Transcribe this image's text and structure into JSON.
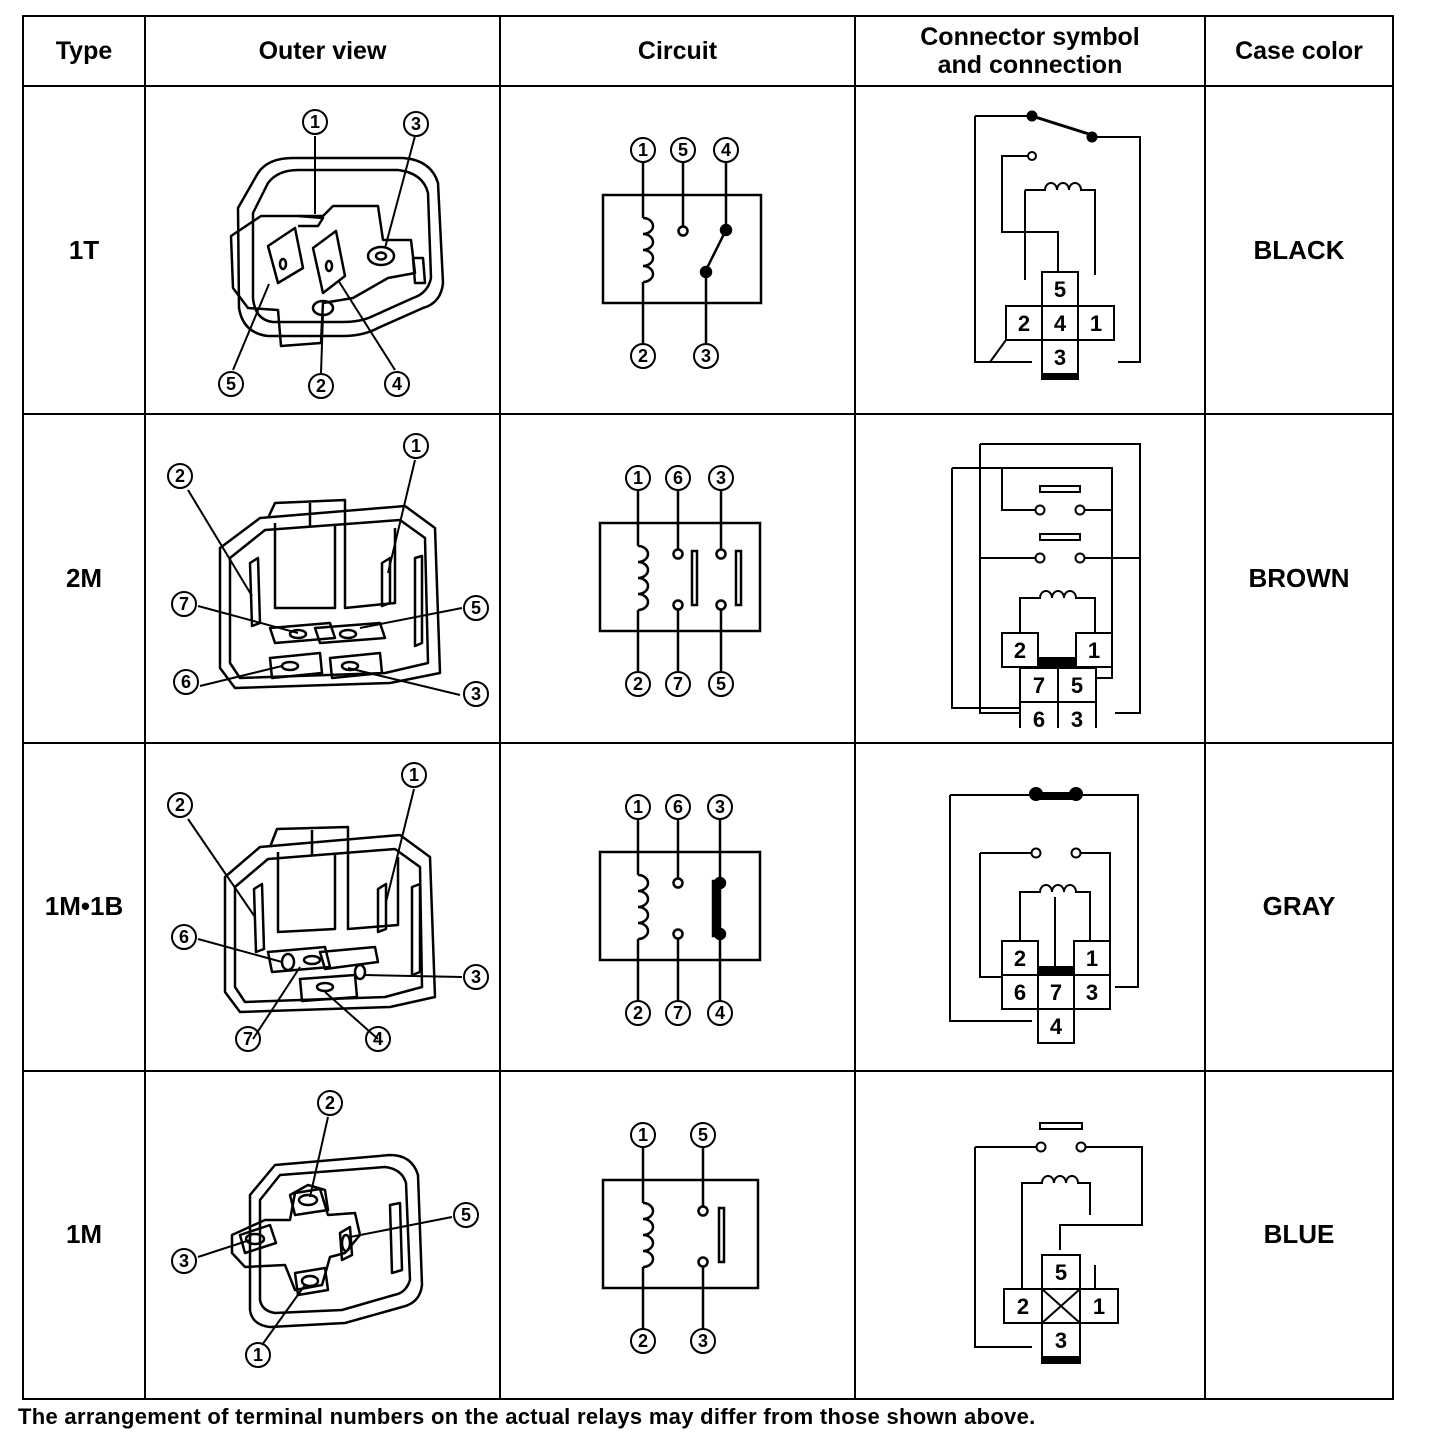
{
  "headers": {
    "type": "Type",
    "outer_view": "Outer view",
    "circuit": "Circuit",
    "connector_line1": "Connector symbol",
    "connector_line2": "and connection",
    "case_color": "Case color"
  },
  "relays": [
    {
      "type": "1T",
      "case_color": "BLACK",
      "outer_view_terminals": [
        "1",
        "3",
        "5",
        "2",
        "4"
      ],
      "circuit_top_terminals": [
        "1",
        "5",
        "4"
      ],
      "circuit_bottom_terminals": [
        "2",
        "3"
      ],
      "connector_terminals": [
        "5",
        "2",
        "4",
        "1",
        "3"
      ]
    },
    {
      "type": "2M",
      "case_color": "BROWN",
      "outer_view_terminals": [
        "2",
        "1",
        "7",
        "5",
        "6",
        "3"
      ],
      "circuit_top_terminals": [
        "1",
        "6",
        "3"
      ],
      "circuit_bottom_terminals": [
        "2",
        "7",
        "5"
      ],
      "connector_terminals": [
        "2",
        "1",
        "7",
        "5",
        "6",
        "3"
      ]
    },
    {
      "type": "1M•1B",
      "case_color": "GRAY",
      "outer_view_terminals": [
        "1",
        "2",
        "6",
        "3",
        "7",
        "4"
      ],
      "circuit_top_terminals": [
        "1",
        "6",
        "3"
      ],
      "circuit_bottom_terminals": [
        "2",
        "7",
        "4"
      ],
      "connector_terminals": [
        "2",
        "1",
        "6",
        "7",
        "3",
        "4"
      ]
    },
    {
      "type": "1M",
      "case_color": "BLUE",
      "outer_view_terminals": [
        "2",
        "5",
        "3",
        "1"
      ],
      "circuit_top_terminals": [
        "1",
        "5"
      ],
      "circuit_bottom_terminals": [
        "2",
        "3"
      ],
      "connector_terminals": [
        "5",
        "2",
        "1",
        "3"
      ]
    }
  ],
  "footnote": "The arrangement of terminal numbers on the actual relays may differ from those shown above."
}
